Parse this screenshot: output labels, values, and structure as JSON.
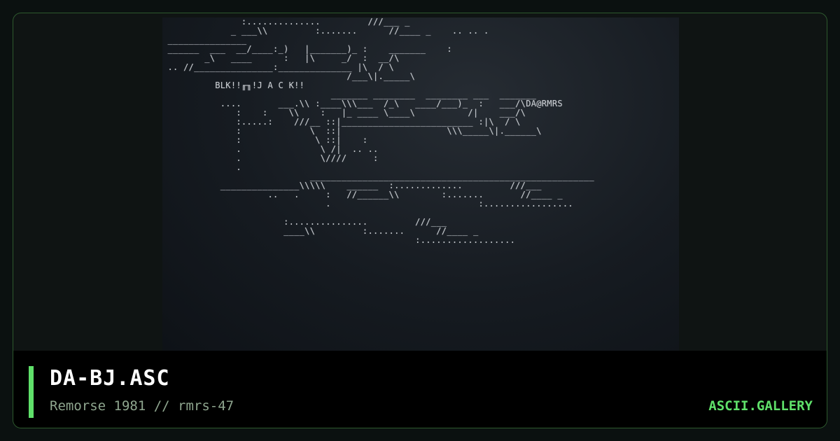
{
  "artwork": {
    "lines": [
      "               :..............         ///___ _",
      "             _ ___\\\\         :.......      //____ _    .. .. .",
      " _______________                                              ",
      " ______  ___  __/____:_)   |_______)_ :    _______    :",
      "        _\\   ____      :   |\\     _/  :  __/\\",
      " .. //_______________:______________ |\\  / \\",
      "                                   /___\\|._____\\",
      "          BLK!!╓╖!J A C K!!",
      "                                _______ ________  ________ ___  _______",
      "           ....       ___.\\\\ :____\\\\\\___  /_\\   ____/___)_  :   ___/\\DA@RMRS",
      "              :    :    \\\\    :   |_ ____ \\____\\          /|    ___/\\",
      "              :.....:    ///__ ::|_________________________ :|\\  / \\",
      "              :             \\  ::|                    \\\\\\_____\\|.______\\",
      "              :              \\ ::|    :",
      "              .               \\ /|  .. ..",
      "              .               \\////     :",
      "              .",
      "                            ______________________________________________________",
      "           _______________\\\\\\\\\\    ______  :.............         ///___",
      "                    ..   .     :   //______\\\\        :.......       //____ _",
      "                               .                            :.................",
      "",
      "                       :...............         ///___",
      "                       ____\\\\         :.......      //____ _",
      "                                                :.................."
    ]
  },
  "info": {
    "title": "DA-BJ.ASC",
    "subtitle": "Remorse 1981 // rmrs-47",
    "brand": "ASCII.GALLERY"
  },
  "colors": {
    "accent": "#5fe06a",
    "border": "#2e5a2e",
    "footer_bg": "#000000",
    "art_text": "#c8ccd1"
  }
}
